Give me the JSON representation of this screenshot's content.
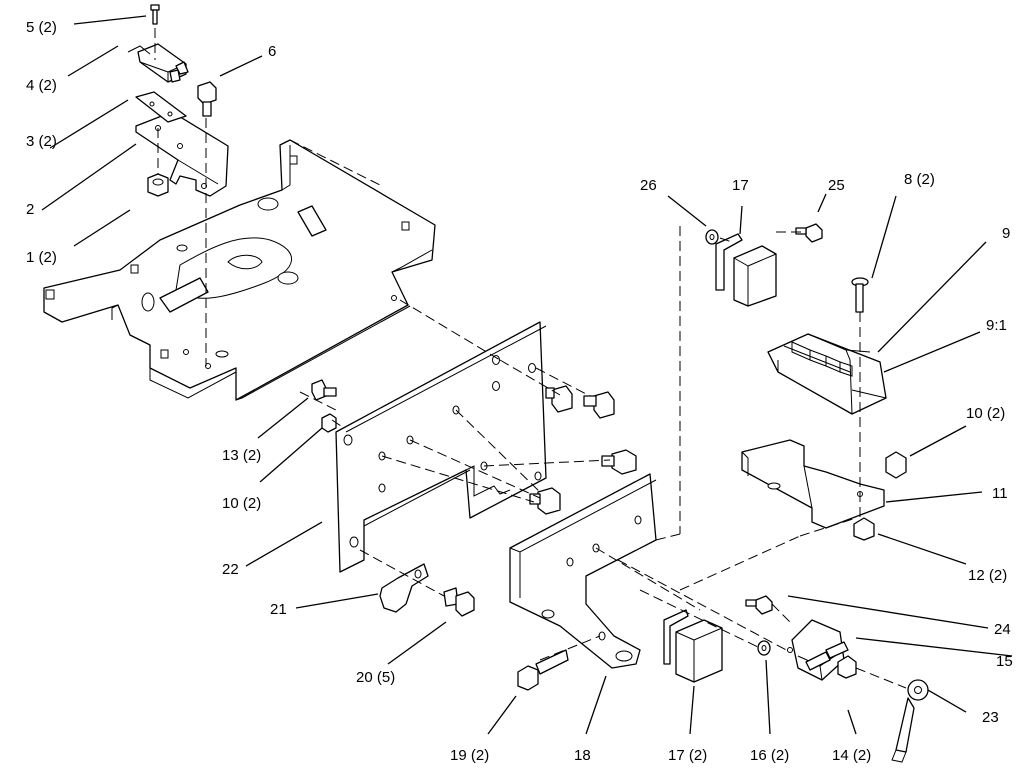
{
  "callouts": [
    {
      "id": "c5",
      "text": "5 (2)"
    },
    {
      "id": "c4",
      "text": "4 (2)"
    },
    {
      "id": "c6",
      "text": "6"
    },
    {
      "id": "c3",
      "text": "3 (2)"
    },
    {
      "id": "c2",
      "text": "2"
    },
    {
      "id": "c1",
      "text": "1 (2)"
    },
    {
      "id": "c26",
      "text": "26"
    },
    {
      "id": "c17a",
      "text": "17"
    },
    {
      "id": "c25",
      "text": "25"
    },
    {
      "id": "c8",
      "text": "8 (2)"
    },
    {
      "id": "c9",
      "text": "9"
    },
    {
      "id": "c91",
      "text": "9:1"
    },
    {
      "id": "c10a",
      "text": "10 (2)"
    },
    {
      "id": "c11",
      "text": "11"
    },
    {
      "id": "c12",
      "text": "12 (2)"
    },
    {
      "id": "c13",
      "text": "13 (2)"
    },
    {
      "id": "c10b",
      "text": "10 (2)"
    },
    {
      "id": "c22",
      "text": "22"
    },
    {
      "id": "c21",
      "text": "21"
    },
    {
      "id": "c20",
      "text": "20 (5)"
    },
    {
      "id": "c24",
      "text": "24"
    },
    {
      "id": "c15",
      "text": "15"
    },
    {
      "id": "c23",
      "text": "23"
    },
    {
      "id": "c19",
      "text": "19 (2)"
    },
    {
      "id": "c18",
      "text": "18"
    },
    {
      "id": "c17b",
      "text": "17 (2)"
    },
    {
      "id": "c16",
      "text": "16 (2)"
    },
    {
      "id": "c14",
      "text": "14 (2)"
    }
  ]
}
